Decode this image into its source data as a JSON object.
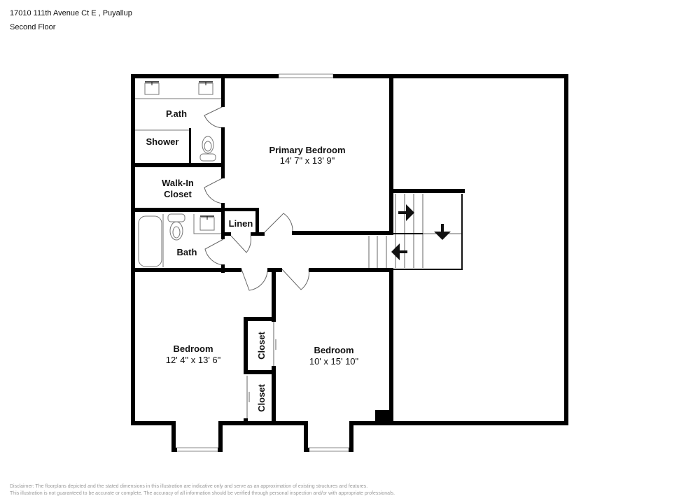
{
  "header": {
    "address": "17010 111th Avenue Ct E , Puyallup",
    "floor": "Second Floor"
  },
  "rooms": {
    "primary_bath": {
      "label": "P.ath"
    },
    "shower": {
      "label": "Shower"
    },
    "walk_in_closet": {
      "line1": "Walk-In",
      "line2": "Closet"
    },
    "bath": {
      "label": "Bath"
    },
    "linen": {
      "label": "Linen"
    },
    "primary_bedroom": {
      "label": "Primary Bedroom",
      "dims": "14' 7\" x 13' 9\""
    },
    "bedroom_1": {
      "label": "Bedroom",
      "dims": "12' 4\" x 13' 6\""
    },
    "bedroom_2": {
      "label": "Bedroom",
      "dims": "10' x 15' 10\""
    },
    "closet_1": {
      "label": "Closet"
    },
    "closet_2": {
      "label": "Closet"
    }
  },
  "stairs": {
    "arrows": [
      "arrow-right",
      "arrow-down",
      "arrow-left"
    ]
  },
  "colors": {
    "wall": "#000000",
    "fixture": "#555555",
    "background": "#ffffff"
  },
  "disclaimer": {
    "line1": "Disclaimer: The floorplans depicted and the stated dimensions in this illustration are indicative only and serve as an approximation of existing structures and features.",
    "line2": "This illustration is not guaranteed to be accurate or complete. The accuracy of all information should be verified through personal inspection and/or with appropriate professionals."
  }
}
